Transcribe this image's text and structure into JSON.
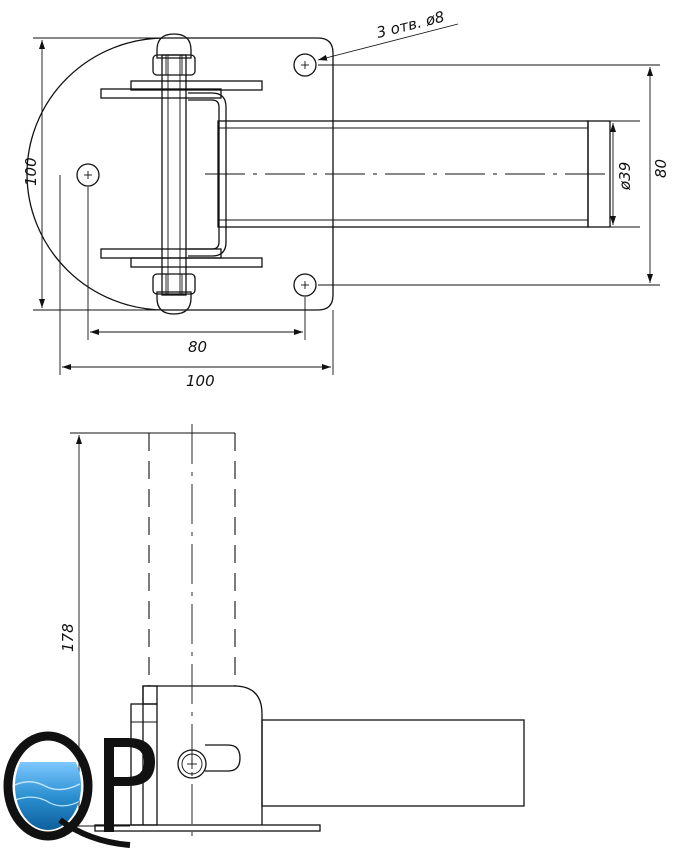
{
  "top_view": {
    "holes_note": "3 отв. ø8",
    "dim_height_left": "100",
    "dim_tube_diameter": "ø39",
    "dim_holes_vertical": "80",
    "dim_holes_horizontal": "80",
    "dim_width_bottom": "100"
  },
  "side_view": {
    "dim_height": "178"
  },
  "logo": {
    "text": "QP",
    "color_water": "#2a8fd0"
  }
}
